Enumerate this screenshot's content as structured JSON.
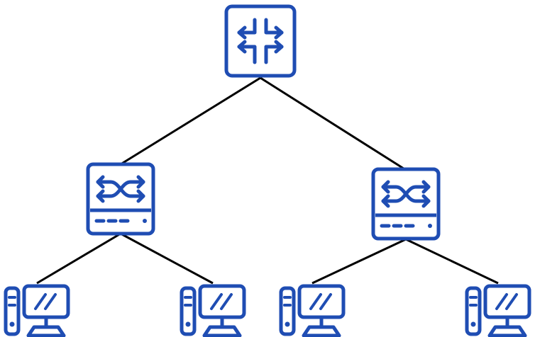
{
  "diagram": {
    "type": "network-topology",
    "colors": {
      "icon": "#1F4DB3",
      "link": "#000000",
      "background": "#ffffff"
    },
    "nodes": [
      {
        "id": "router",
        "kind": "router",
        "icon": "router-icon"
      },
      {
        "id": "switch-left",
        "kind": "switch",
        "icon": "switch-icon"
      },
      {
        "id": "switch-right",
        "kind": "switch",
        "icon": "switch-icon"
      },
      {
        "id": "pc-1",
        "kind": "workstation",
        "icon": "workstation-icon"
      },
      {
        "id": "pc-2",
        "kind": "workstation",
        "icon": "workstation-icon"
      },
      {
        "id": "pc-3",
        "kind": "workstation",
        "icon": "workstation-icon"
      },
      {
        "id": "pc-4",
        "kind": "workstation",
        "icon": "workstation-icon"
      }
    ],
    "links": [
      {
        "from": "router",
        "to": "switch-left"
      },
      {
        "from": "router",
        "to": "switch-right"
      },
      {
        "from": "switch-left",
        "to": "pc-1"
      },
      {
        "from": "switch-left",
        "to": "pc-2"
      },
      {
        "from": "switch-right",
        "to": "pc-3"
      },
      {
        "from": "switch-right",
        "to": "pc-4"
      }
    ]
  }
}
